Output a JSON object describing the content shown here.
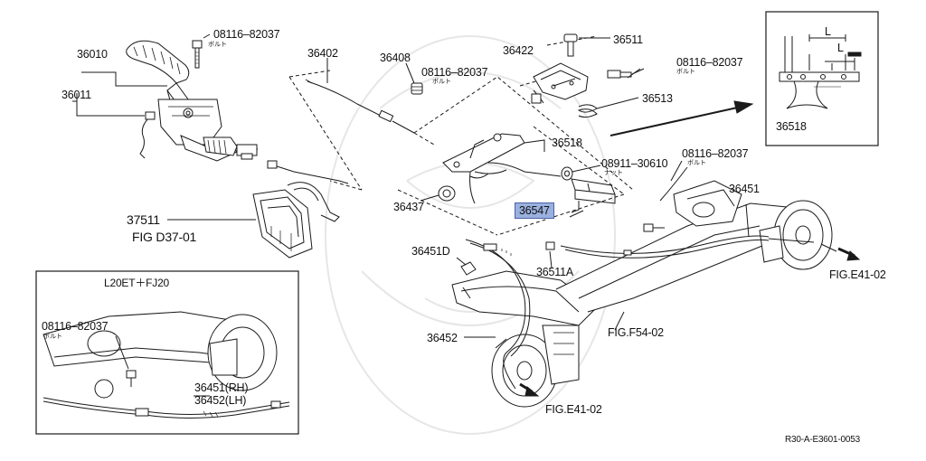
{
  "diagram": {
    "drawing_code": "R30-A-E3601-0053",
    "parts": {
      "p36010": "36010",
      "p36011": "36011",
      "bolt_top": "08116–82037",
      "bolt_top_sub": "ボルト",
      "p36402": "36402",
      "p36408": "36408",
      "p36422": "36422",
      "p36511": "36511",
      "bolt_mid": "08116–82037",
      "bolt_mid_sub": "ボルト",
      "bolt_right": "08116–82037",
      "bolt_right_sub": "ボルト",
      "p36513": "36513",
      "p36518": "36518",
      "nut": "08911–30610",
      "nut_sub": "ナット",
      "bolt_low": "08116–82037",
      "bolt_low_sub": "ボルト",
      "p36451": "36451",
      "p36437": "36437",
      "p36547": "36547",
      "p37511": "37511",
      "fig_d37": "FIG D37-01",
      "p36451d": "36451D",
      "p36511a": "36511A",
      "fig_e41_right": "FIG.E41-02",
      "fig_f54": "FIG.F54-02",
      "p36452": "36452",
      "fig_e41_bottom": "FIG.E41-02"
    },
    "inset_top": {
      "part": "36518",
      "dim_label_1": "L",
      "dim_label_2": "L"
    },
    "inset_left": {
      "title": "L20ET＋FJ20",
      "bolt": "08116–82037",
      "bolt_sub": "ボルト",
      "rh": "36451(RH)",
      "lh": "36452(LH)"
    },
    "highlighted_part": "36547",
    "colors": {
      "line": "#1a1a1a",
      "highlight_fill": "#9ab0de",
      "highlight_border": "#4a63a8",
      "watermark": "#e4e4e4"
    }
  }
}
